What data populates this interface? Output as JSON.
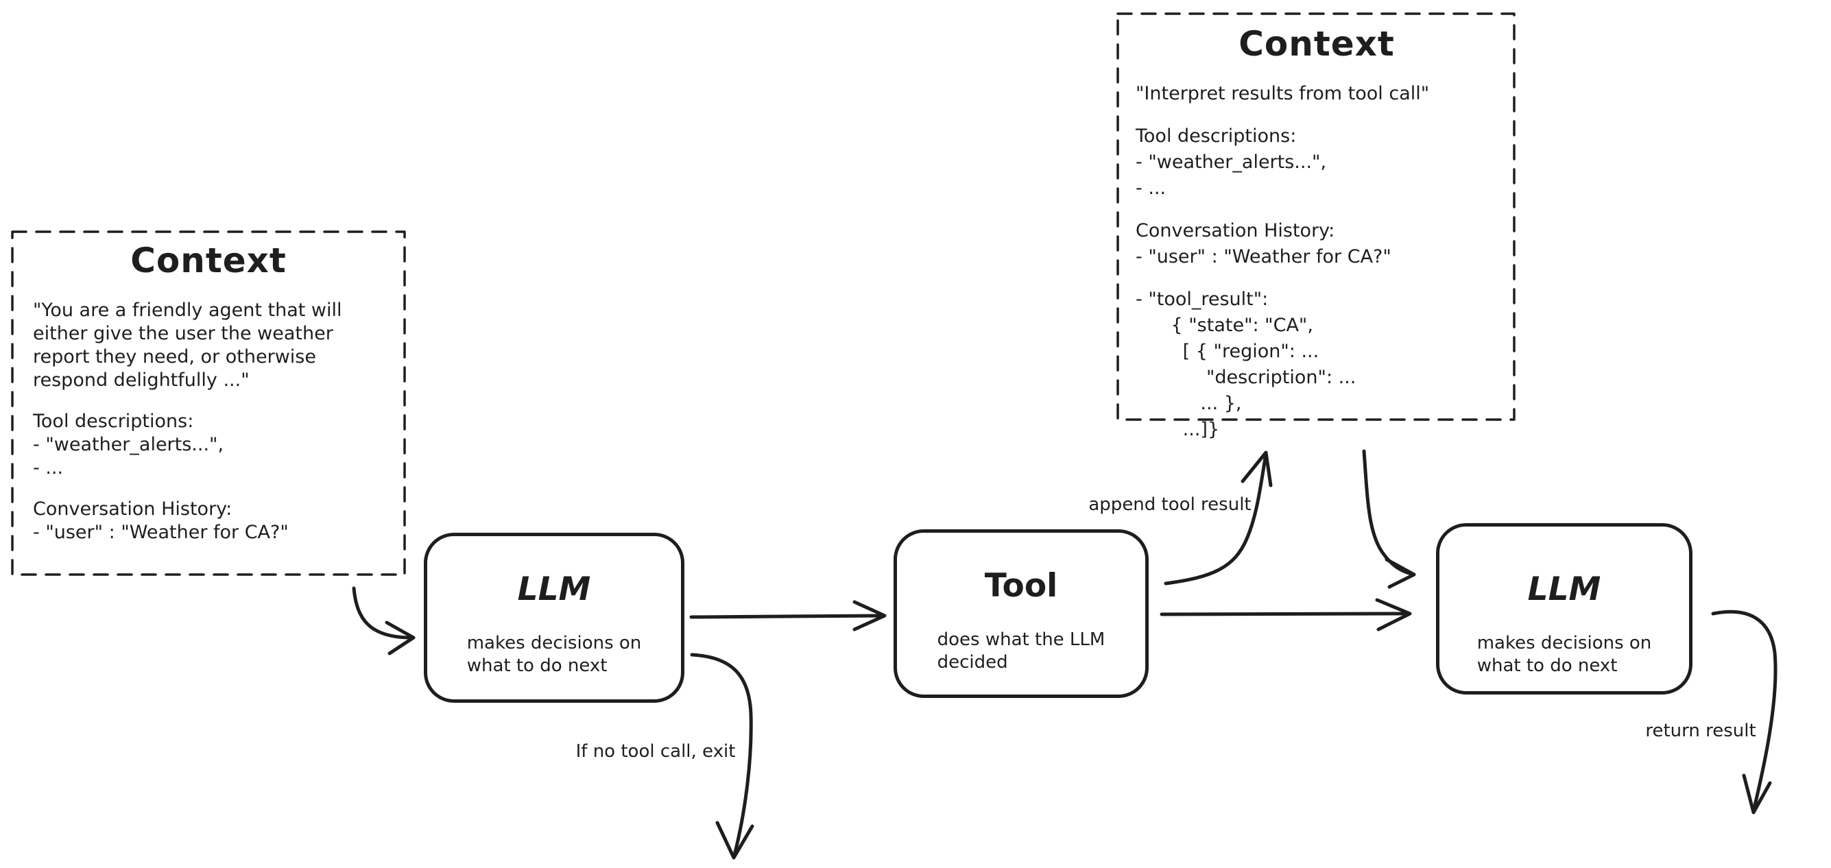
{
  "diagram": {
    "colors": {
      "ink": "#1e1e1e",
      "background": "#ffffff"
    },
    "context_left": {
      "title": "Context",
      "paragraphs": [
        [
          "\"You are a friendly agent that will",
          "either give the user the weather",
          "report they need, or otherwise",
          "respond delightfully ...\""
        ],
        [
          "Tool descriptions:",
          "- \"weather_alerts...\",",
          "- ..."
        ],
        [
          "Conversation History:",
          "- \"user\" : \"Weather for CA?\""
        ]
      ]
    },
    "context_right": {
      "title": "Context",
      "paragraphs": [
        [
          "\"Interpret results from tool call\""
        ],
        [
          "Tool descriptions:",
          "- \"weather_alerts...\",",
          "- ..."
        ],
        [
          "Conversation History:",
          "- \"user\" : \"Weather for CA?\""
        ],
        [
          "- \"tool_result\":",
          "      { \"state\": \"CA\",",
          "        [ { \"region\": ...",
          "            \"description\": ...",
          "           ... },",
          "        ...]}"
        ]
      ]
    },
    "nodes": {
      "llm1": {
        "title": "LLM",
        "subtitle": [
          "makes decisions on",
          "what to do next"
        ]
      },
      "tool": {
        "title": "Tool",
        "subtitle": [
          "does what the LLM",
          "decided"
        ]
      },
      "llm2": {
        "title": "LLM",
        "subtitle": [
          "makes decisions on",
          "what to do next"
        ]
      }
    },
    "edges": {
      "context_left_to_llm1": {
        "label": ""
      },
      "llm1_to_tool": {
        "label": ""
      },
      "tool_to_llm2": {
        "label": ""
      },
      "tool_to_context_right": {
        "label": "append tool result"
      },
      "context_right_to_llm2": {
        "label": ""
      },
      "llm1_exit": {
        "label": "If no tool call, exit"
      },
      "llm2_return": {
        "label": "return result"
      }
    }
  }
}
